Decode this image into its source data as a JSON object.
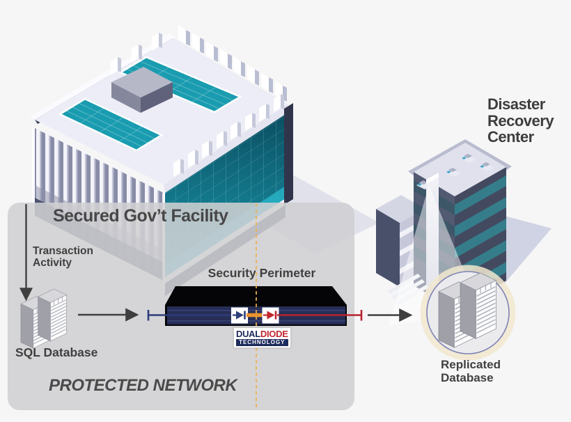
{
  "diagram_title": "Dual diode secure data replication diagram",
  "colors": {
    "panel_gray": "#d1d1d3",
    "device_navy": "#262e56",
    "input_blue": "#2e3d7a",
    "output_red": "#b7232e",
    "diode_link_orange": "#e8932b",
    "perimeter_dashed_orange": "#eeb052",
    "glass_teal": "#15808f",
    "text_dark": "#474747"
  },
  "protected_network": {
    "facility_title": "Secured Gov’t Facility",
    "transaction_label_line1": "Transaction",
    "transaction_label_line2": "Activity",
    "sql_label": "SQL Database",
    "network_label": "PROTECTED NETWORK"
  },
  "security_perimeter": {
    "label": "Security Perimeter",
    "logo_dual": "DUAL",
    "logo_diode": "DIODE",
    "logo_technology": "TECHNOLOGY"
  },
  "disaster_recovery": {
    "title_line1": "Disaster",
    "title_line2": "Recovery",
    "title_line3": "Center",
    "replicated_label_line1": "Replicated",
    "replicated_label_line2": "Database"
  }
}
